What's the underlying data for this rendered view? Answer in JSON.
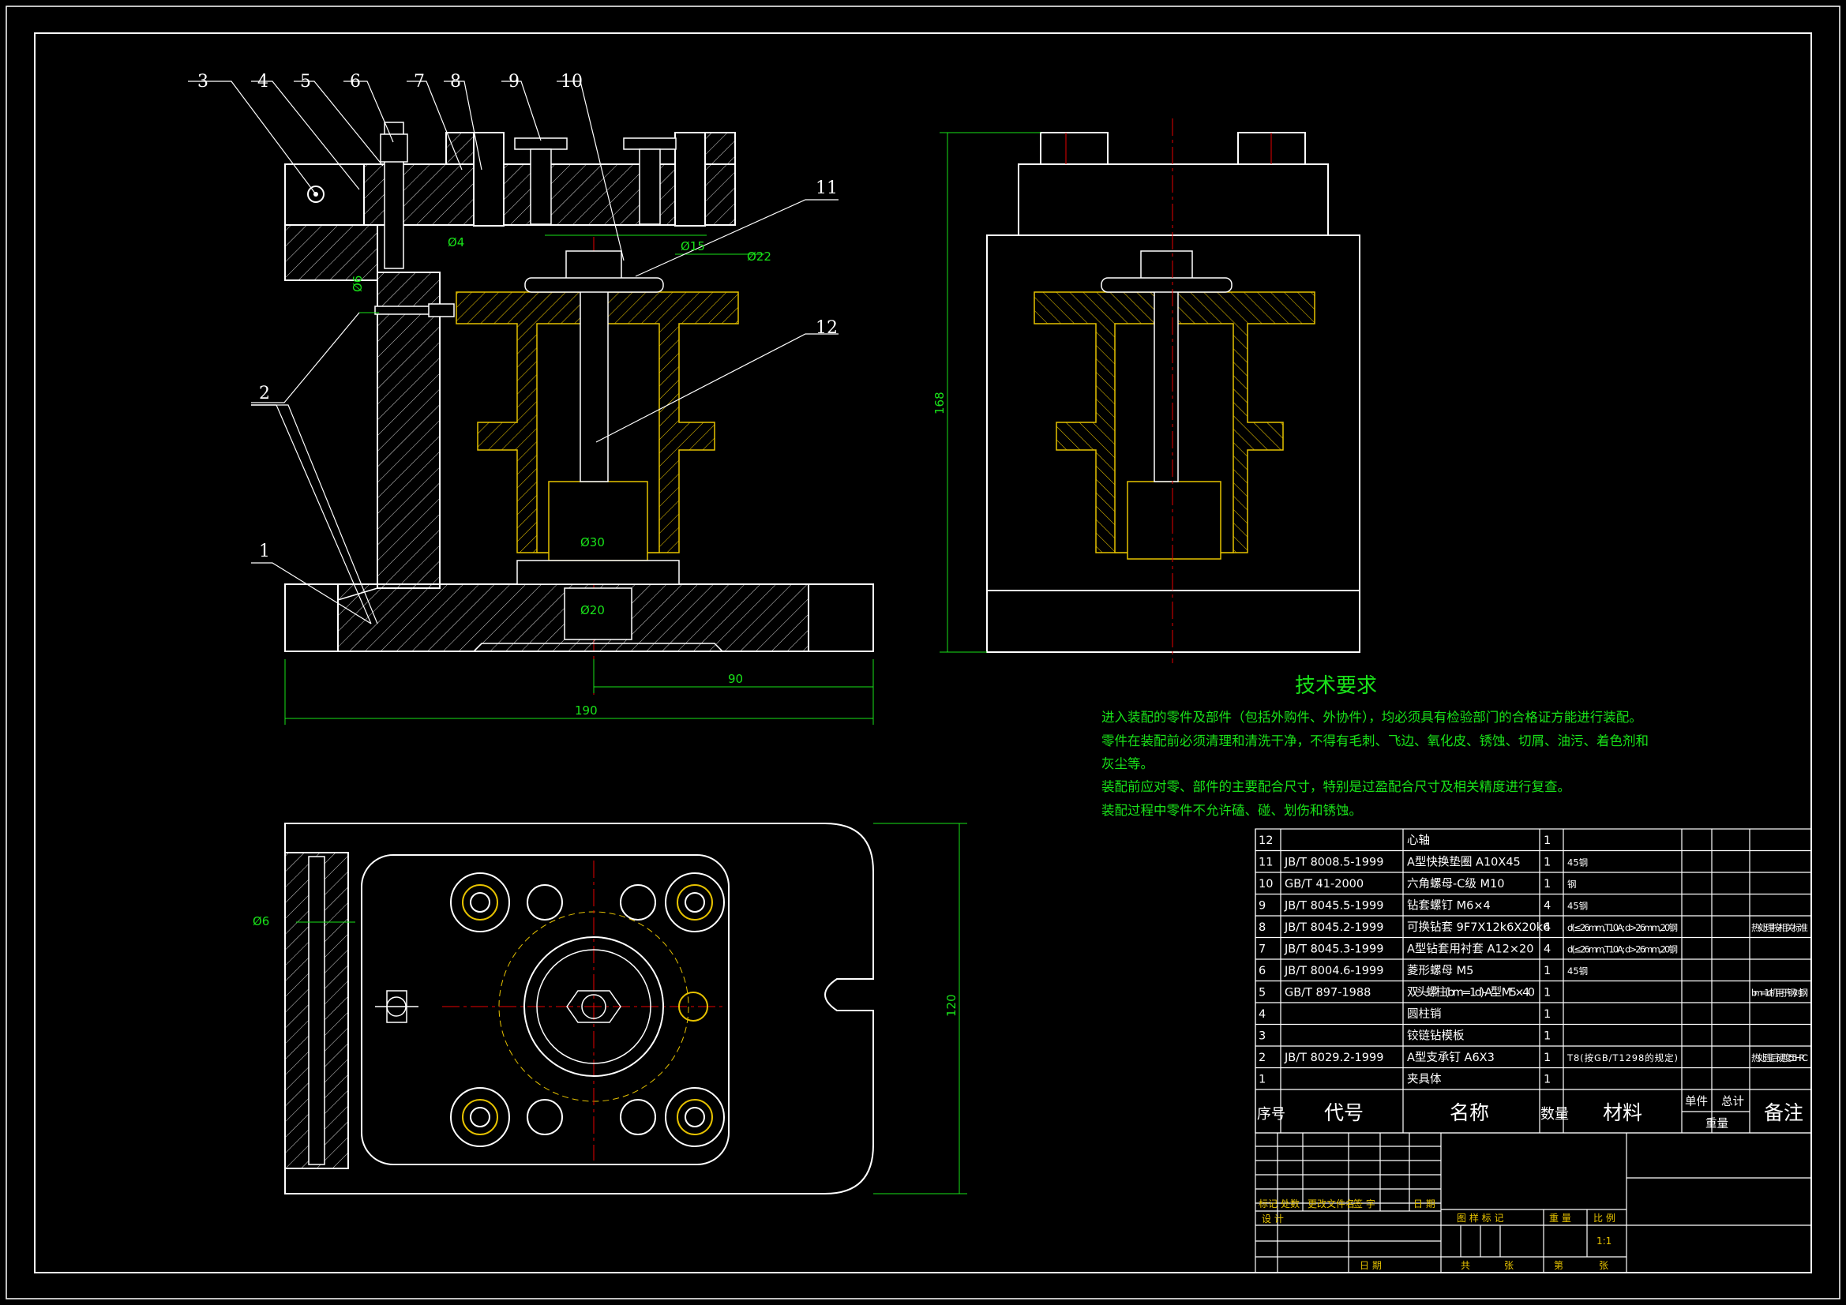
{
  "balloons": [
    "1",
    "2",
    "3",
    "4",
    "5",
    "6",
    "7",
    "8",
    "9",
    "10",
    "11",
    "12"
  ],
  "front_view": {
    "dims": {
      "phi4": "Ø4",
      "phi15": "Ø15",
      "phi22": "Ø22",
      "phi6v": "Ø6",
      "phi30": "Ø30",
      "phi20": "Ø20",
      "d90": "90",
      "d190": "190"
    }
  },
  "side_view": {
    "dims": {
      "d168": "168"
    }
  },
  "top_view": {
    "dims": {
      "phi6": "Ø6",
      "d120": "120"
    }
  },
  "tech_req": {
    "title": "技术要求",
    "lines": [
      "进入装配的零件及部件（包括外购件、外协件），均必须具有检验部门的合格证方能进行装配。",
      "零件在装配前必须清理和清洗干净，不得有毛刺、飞边、氧化皮、锈蚀、切屑、油污、着色剂和",
      "灰尘等。",
      "装配前应对零、部件的主要配合尺寸，特别是过盈配合尺寸及相关精度进行复查。",
      "装配过程中零件不允许磕、碰、划伤和锈蚀。"
    ]
  },
  "bom": {
    "rows": [
      {
        "no": "12",
        "code": "",
        "name": "心轴",
        "qty": "1",
        "mat": "",
        "note": ""
      },
      {
        "no": "11",
        "code": "JB/T 8008.5-1999",
        "name": "A型快换垫圈 A10X45",
        "qty": "1",
        "mat": "45钢",
        "note": ""
      },
      {
        "no": "10",
        "code": "GB/T 41-2000",
        "name": "六角螺母-C级 M10",
        "qty": "1",
        "mat": "钢",
        "note": ""
      },
      {
        "no": "9",
        "code": "JB/T 8045.5-1999",
        "name": "钻套螺钉 M6×4",
        "qty": "4",
        "mat": "45钢",
        "note": ""
      },
      {
        "no": "8",
        "code": "JB/T 8045.2-1999",
        "name": "可换钻套 9F7X12k6X20k6",
        "qty": "4",
        "mat": "d(≤26mm,T10A; d>26mm,20钢",
        "note": "热处理按相关标准"
      },
      {
        "no": "7",
        "code": "JB/T 8045.3-1999",
        "name": "A型钻套用衬套 A12×20",
        "qty": "4",
        "mat": "d(≤26mm,T10A; d>26mm,20钢",
        "note": ""
      },
      {
        "no": "6",
        "code": "JB/T 8004.6-1999",
        "name": "菱形螺母 M5",
        "qty": "1",
        "mat": "45钢",
        "note": ""
      },
      {
        "no": "5",
        "code": "GB/T 897-1988",
        "name": "双头螺柱(bm=1d)-A型 M5×40",
        "qty": "1",
        "mat": "",
        "note": "bm=1d 机用于钢对钢"
      },
      {
        "no": "4",
        "code": "",
        "name": "圆柱销",
        "qty": "1",
        "mat": "",
        "note": ""
      },
      {
        "no": "3",
        "code": "",
        "name": "铰链钻模板",
        "qty": "1",
        "mat": "",
        "note": ""
      },
      {
        "no": "2",
        "code": "JB/T 8029.2-1999",
        "name": "A型支承钉 A6X3",
        "qty": "1",
        "mat": "T8(按GB/T1298的规定)",
        "note": "热处理后硬度55HRC"
      },
      {
        "no": "1",
        "code": "",
        "name": "夹具体",
        "qty": "1",
        "mat": "",
        "note": ""
      }
    ],
    "header": {
      "no": "序号",
      "code": "代号",
      "name": "名称",
      "qty": "数量",
      "mat": "材料",
      "unit_wt": "单件",
      "total_wt": "总计",
      "weight": "重量",
      "note": "备注"
    }
  },
  "title_block": {
    "marks": "标记",
    "count": "处数",
    "file": "更改文件名",
    "sign": "签 字",
    "date": "日 期",
    "design": "设 计",
    "date2": "日 期",
    "stage": "图 样 标 记",
    "weight": "重 量",
    "scale": "比 例",
    "scale_val": "1:1",
    "total": "共",
    "sheet": "张",
    "no": "第",
    "page": "张"
  },
  "colors": {
    "line": "#ffffff",
    "dim": "#19e219",
    "hatch": "#e6c200",
    "center": "#e60000",
    "title": "#19e219"
  }
}
